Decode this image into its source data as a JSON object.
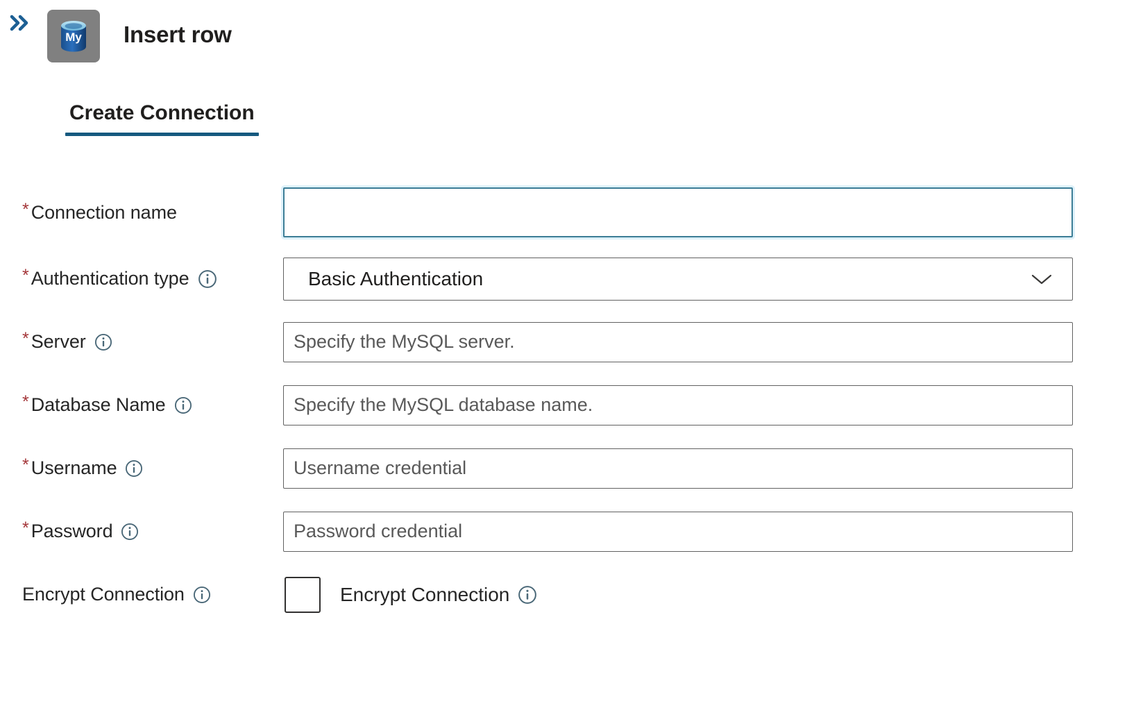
{
  "header": {
    "expand_icon": "double-chevron-right-icon",
    "app_icon": "mysql-database-icon",
    "app_icon_text": "My",
    "title": "Insert row"
  },
  "tabs": [
    {
      "label": "Create Connection",
      "active": true
    }
  ],
  "form": {
    "rows": [
      {
        "label": "Connection name",
        "required": true,
        "has_info_icon": false,
        "control": "textbox",
        "value": "",
        "placeholder": "",
        "focused": true
      },
      {
        "label": "Authentication type",
        "required": true,
        "has_info_icon": true,
        "control": "dropdown",
        "value": "Basic Authentication",
        "options": [
          "Basic Authentication"
        ]
      },
      {
        "label": "Server",
        "required": true,
        "has_info_icon": true,
        "control": "textbox",
        "value": "",
        "placeholder": "Specify the MySQL server."
      },
      {
        "label": "Database Name",
        "required": true,
        "has_info_icon": true,
        "control": "textbox",
        "value": "",
        "placeholder": "Specify the MySQL database name."
      },
      {
        "label": "Username",
        "required": true,
        "has_info_icon": true,
        "control": "textbox",
        "value": "",
        "placeholder": "Username credential"
      },
      {
        "label": "Password",
        "required": true,
        "has_info_icon": true,
        "control": "textbox",
        "value": "",
        "placeholder": "Password credential"
      },
      {
        "label": "Encrypt Connection",
        "required": false,
        "has_info_icon": true,
        "control": "checkbox",
        "checkbox_label": "Encrypt Connection",
        "checked": false,
        "checkbox_has_info_icon": true
      }
    ]
  },
  "colors": {
    "tab_underline": "#15597f",
    "required_star": "#a4373a",
    "focus_border": "#3c7d96",
    "focus_glow": "#ddf1fa",
    "field_border": "#616161",
    "info_icon": "#4a6878",
    "app_icon_bg": "#808080",
    "app_icon_cylinder": "#1c5a9e",
    "chevron": "#0f6cbd"
  },
  "symbols": {
    "required_star": "*"
  }
}
